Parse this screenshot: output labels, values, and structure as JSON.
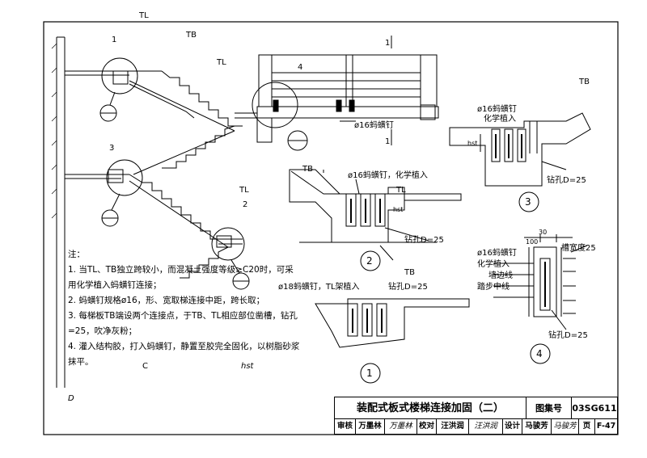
{
  "labels": {
    "tl_top": "TL",
    "tb_top": "TB",
    "num_1": "1",
    "tl_upper": "TL",
    "num_3": "3",
    "tl_mid": "TL",
    "num_2": "2",
    "dim_4": "4",
    "nail16": "ø16蚂蟥钉",
    "sec_mark_1a": "1",
    "sec_mark_1b": "1",
    "tb_d2": "TB",
    "nail16_chem": "ø16蚂蟥钉，化学植入",
    "tl_d2": "TL",
    "hst_d2": "hst",
    "hole25_d2": "钻孔D=25",
    "tb_d2_bottom": "TB",
    "circle_2": "2",
    "tb_d3": "TB",
    "nail16_d3": "ø16蚂蟥钉",
    "chem_d3": "化学植入",
    "hst_d3": "hst",
    "hole25_d3": "钻孔D=25",
    "circle_3": "3",
    "nail18": "ø18蚂蟥钉，TL架植入",
    "hole25_d1": "钻孔D=25",
    "circle_1": "1",
    "dim_100": "100",
    "dim_30": "30",
    "slot25": "槽宽度25",
    "nail16_d4": "ø16蚂蟥钉",
    "chem_d4": "化学植入",
    "edge_line": "墙边线",
    "rib_center": "踏步中线",
    "hole25_d4": "钻孔D=25",
    "circle_4": "4",
    "notes_c": "C",
    "notes_hst": "hst",
    "notes_d": "D"
  },
  "notes": {
    "heading": "注：",
    "items": [
      "1. 当TL、TB独立跨较小，而混凝土强度等级≥C20时，可采",
      "用化学植入蚂蟥钉连接；",
      "2. 蚂蟥钉规格ø16，形、宽取梯连接中距，跨长取；",
      "3. 每梯板TB端设两个连接点，于TB、TL相应部位凿槽，钻孔",
      "=25，吹净灰粉；",
      "4. 灌入结构胶，打入蚂蟥钉，静置至胶完全固化，以树脂砂浆",
      "抹平。"
    ]
  },
  "title_block": {
    "title": "装配式板式楼梯连接加固（二）",
    "atlas_label": "图集号",
    "atlas_no": "03SG611",
    "review_label": "审核",
    "reviewer": "万墨林",
    "reviewer_sig": "万墨林",
    "check_label": "校对",
    "checker": "汪洪润",
    "checker_sig": "汪洪润",
    "design_label": "设计",
    "designer": "马骏芳",
    "designer_sig": "马骏芳",
    "page_label": "页",
    "page_no": "F-47"
  }
}
